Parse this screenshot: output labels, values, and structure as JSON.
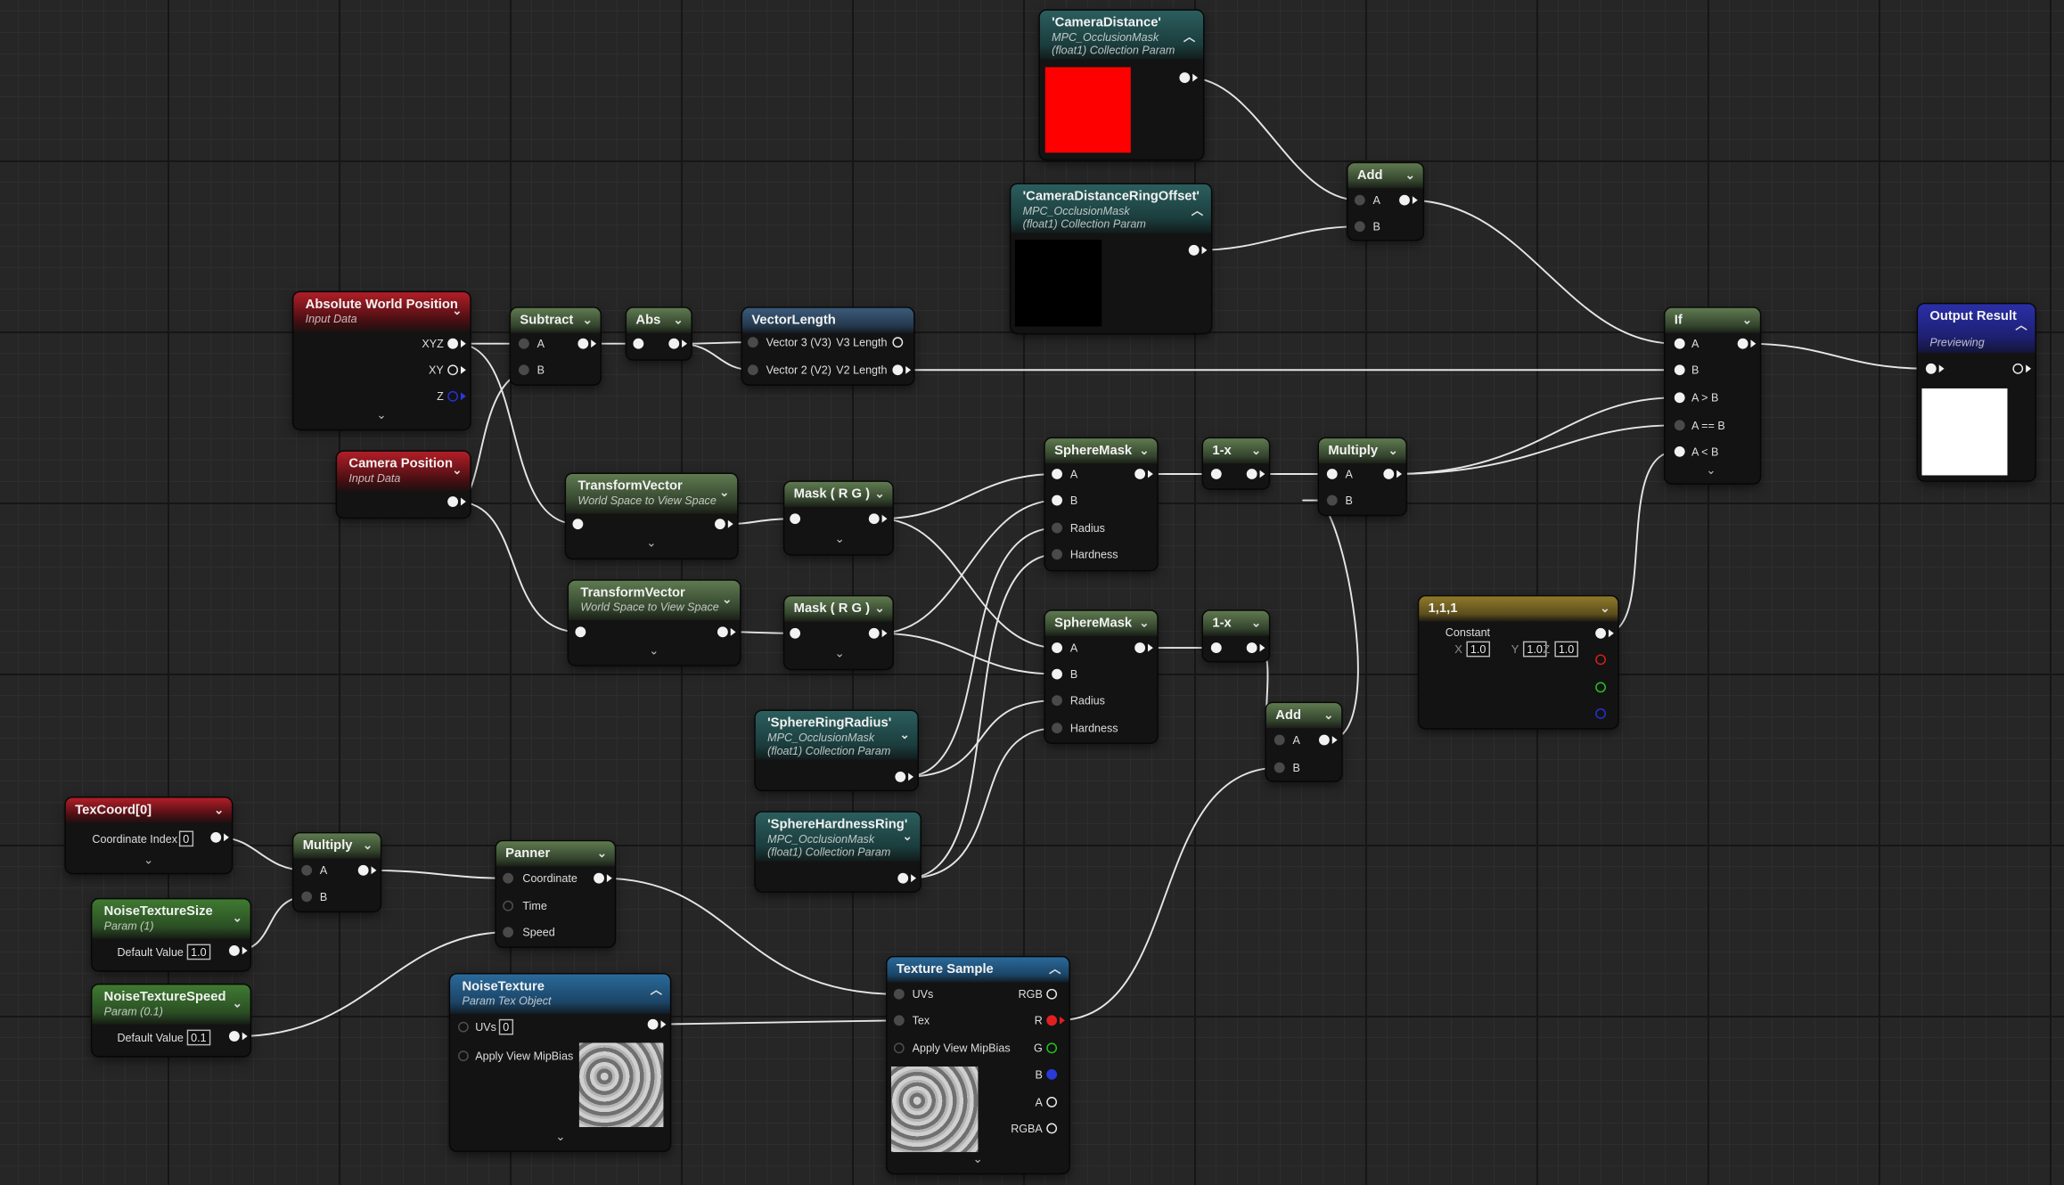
{
  "nodes": {
    "camera_distance": {
      "title": "'CameraDistance'",
      "sub1": "MPC_OcclusionMask",
      "sub2": "(float1) Collection Param",
      "color": "#ff0000"
    },
    "ring_offset": {
      "title": "'CameraDistanceRingOffset'",
      "sub1": "MPC_OcclusionMask",
      "sub2": "(float1) Collection Param",
      "color": "#000000"
    },
    "add_top": {
      "title": "Add",
      "a": "A",
      "b": "B"
    },
    "if_node": {
      "title": "If",
      "a": "A",
      "b": "B",
      "gt": "A > B",
      "eq": "A == B",
      "lt": "A < B"
    },
    "output": {
      "title": "Output Result",
      "sub": "Previewing"
    },
    "abs_world": {
      "title": "Absolute World Position",
      "sub": "Input Data",
      "xyz": "XYZ",
      "xy": "XY",
      "z": "Z"
    },
    "camera_pos": {
      "title": "Camera Position",
      "sub": "Input Data"
    },
    "subtract": {
      "title": "Subtract",
      "a": "A",
      "b": "B"
    },
    "abs": {
      "title": "Abs"
    },
    "vector_length": {
      "title": "VectorLength",
      "in1": "Vector 3 (V3)",
      "in2": "Vector 2 (V2)",
      "out1": "V3 Length",
      "out2": "V2 Length"
    },
    "transform1": {
      "title": "TransformVector",
      "sub": "World Space to View Space"
    },
    "transform2": {
      "title": "TransformVector",
      "sub": "World Space to View Space"
    },
    "mask1": {
      "title": "Mask ( R G )"
    },
    "mask2": {
      "title": "Mask ( R G )"
    },
    "spheremask1": {
      "title": "SphereMask",
      "a": "A",
      "b": "B",
      "radius": "Radius",
      "hardness": "Hardness"
    },
    "spheremask2": {
      "title": "SphereMask",
      "a": "A",
      "b": "B",
      "radius": "Radius",
      "hardness": "Hardness"
    },
    "oneminus1": {
      "title": "1-x"
    },
    "oneminus2": {
      "title": "1-x"
    },
    "multiply_right": {
      "title": "Multiply",
      "a": "A",
      "b": "B"
    },
    "add_mid": {
      "title": "Add",
      "a": "A",
      "b": "B"
    },
    "constant": {
      "title": "1,1,1",
      "label": "Constant",
      "x_label": "X",
      "y_label": "Y",
      "z_label": "Z",
      "x": "1.0",
      "y": "1.0",
      "z": "1.0"
    },
    "sphere_ring_radius": {
      "title": "'SphereRingRadius'",
      "sub1": "MPC_OcclusionMask",
      "sub2": "(float1) Collection Param"
    },
    "sphere_hardness_ring": {
      "title": "'SphereHardnessRing'",
      "sub1": "MPC_OcclusionMask",
      "sub2": "(float1) Collection Param"
    },
    "texcoord": {
      "title": "TexCoord[0]",
      "index_label": "Coordinate Index",
      "index_value": "0"
    },
    "multiply_left": {
      "title": "Multiply",
      "a": "A",
      "b": "B"
    },
    "noise_size": {
      "title": "NoiseTextureSize",
      "sub": "Param (1)",
      "default_label": "Default Value",
      "default_value": "1.0"
    },
    "noise_speed": {
      "title": "NoiseTextureSpeed",
      "sub": "Param (0.1)",
      "default_label": "Default Value",
      "default_value": "0.1"
    },
    "panner": {
      "title": "Panner",
      "coord": "Coordinate",
      "time": "Time",
      "speed": "Speed"
    },
    "noise_texture": {
      "title": "NoiseTexture",
      "sub": "Param Tex Object",
      "uvs": "UVs",
      "uvs_value": "0",
      "mip": "Apply View MipBias"
    },
    "texture_sample": {
      "title": "Texture Sample",
      "uvs": "UVs",
      "tex": "Tex",
      "mip": "Apply View MipBias",
      "rgb": "RGB",
      "r": "R",
      "g": "G",
      "b": "B",
      "a": "A",
      "rgba": "RGBA"
    }
  }
}
